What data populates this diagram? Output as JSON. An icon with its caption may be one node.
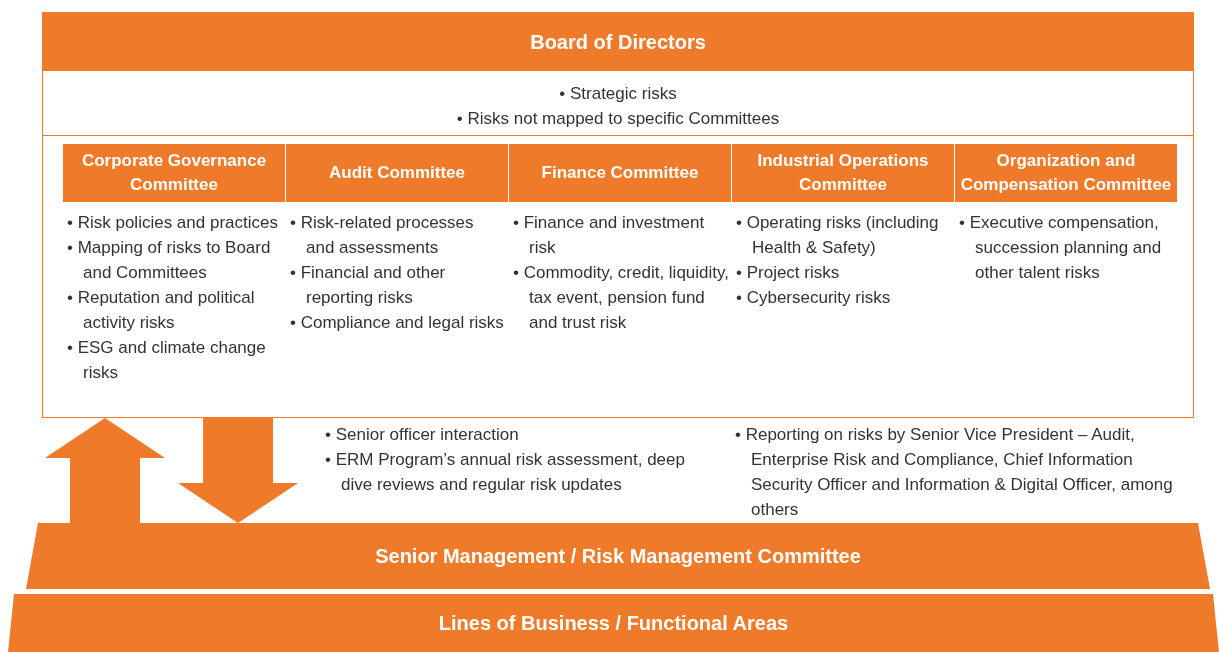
{
  "diagram": {
    "nodes": [
      {
        "text": [
          "Board of Directors",
          "• Strategic risks",
          "• Risks not mapped to specific Committees"
        ]
      },
      {
        "text": [
          "Corporate Governance Committee",
          "• Risk policies and practices",
          "• Mapping of risks to Board and Committees",
          "• Reputation and political activity risks",
          "• ESG and climate change risks"
        ],
        "in": 0
      },
      {
        "text": [
          "Audit Committee",
          "• Risk-related processes and assessments",
          "• Financial and other reporting risks",
          "• Compliance and legal risks"
        ],
        "in": 0
      },
      {
        "text": [
          "Finance Committee",
          "• Finance and investment risk",
          "• Commodity, credit, liquidity, tax event, pension fund and trust risk"
        ],
        "in": 0
      },
      {
        "text": [
          "Industrial Operations Committee",
          "• Operating risks (including Health & Safety)",
          "• Project risks",
          "• Cybersecurity risks"
        ],
        "in": 0
      },
      {
        "text": [
          "Organization and Compensation Committee",
          "• Executive compensation, succession planning and other talent risks"
        ],
        "in": 0
      },
      {
        "text": [
          "Senior Management / Risk Management Committee"
        ]
      },
      {
        "text": [
          "Lines of Business / Functional Areas"
        ]
      }
    ],
    "edges": [
      {
        "from": 6,
        "to": 0,
        "arrow": "to"
      },
      {
        "from": 0,
        "to": 6,
        "arrow": "to"
      }
    ],
    "labels": [
      "• Senior officer interaction",
      "• ERM Program’s annual risk assessment, deep dive reviews and regular risk updates",
      "• Reporting on risks by Senior Vice President – Audit, Enterprise Risk and Compliance, Chief Information Security Officer and Information & Digital Officer, among others"
    ]
  }
}
